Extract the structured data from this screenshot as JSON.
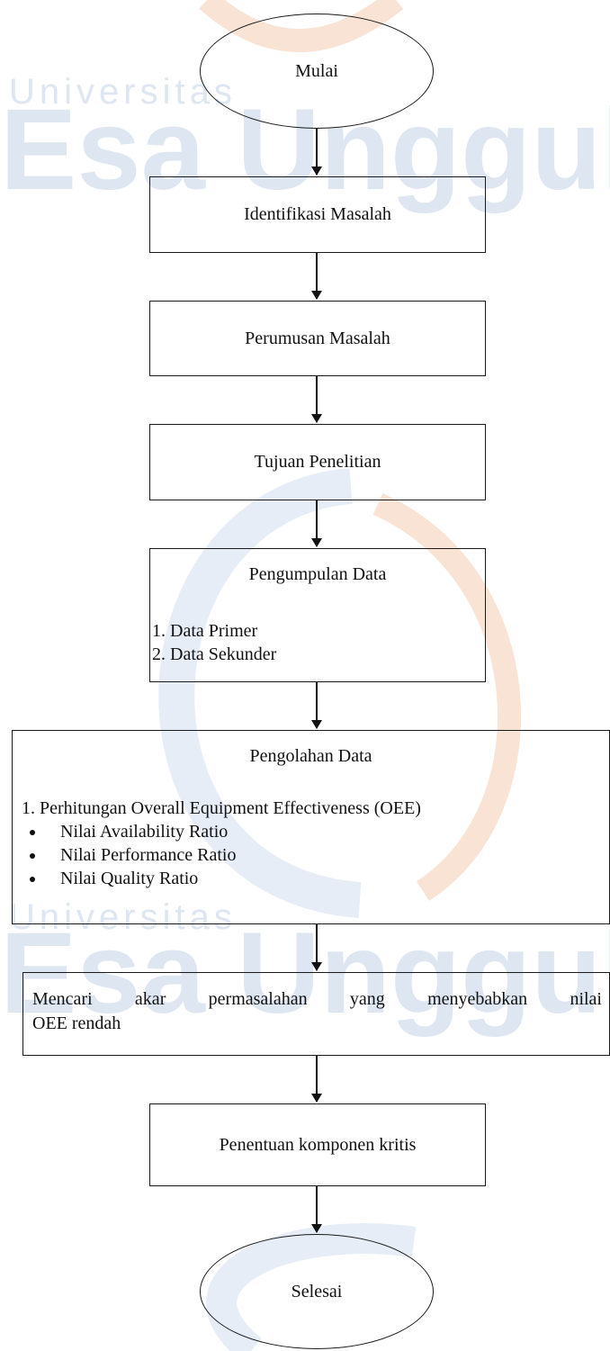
{
  "watermark": {
    "university_label": "Universitas",
    "brand_name": "Esa Unggul",
    "colors": {
      "text": "#dde6f1",
      "swoosh_blue": "#e6edf6",
      "swoosh_orange": "#f8e3d4"
    }
  },
  "flowchart": {
    "start": "Mulai",
    "step_identify": "Identifikasi Masalah",
    "step_formulate": "Perumusan Masalah",
    "step_objectives": "Tujuan Penelitian",
    "collection": {
      "title": "Pengumpulan Data",
      "items": [
        "1. Data Primer",
        "2. Data Sekunder"
      ]
    },
    "processing": {
      "title": "Pengolahan Data",
      "heading": "1. Perhitungan Overall Equipment Effectiveness (OEE)",
      "bullets": [
        "Nilai Availability Ratio",
        "Nilai Performance Ratio",
        "Nilai Quality Ratio"
      ]
    },
    "root_cause": {
      "line1": "Mencari akar permasalahan yang menyebabkan nilai",
      "line2": "OEE rendah"
    },
    "step_critical": "Penentuan komponen kritis",
    "end": "Selesai"
  }
}
